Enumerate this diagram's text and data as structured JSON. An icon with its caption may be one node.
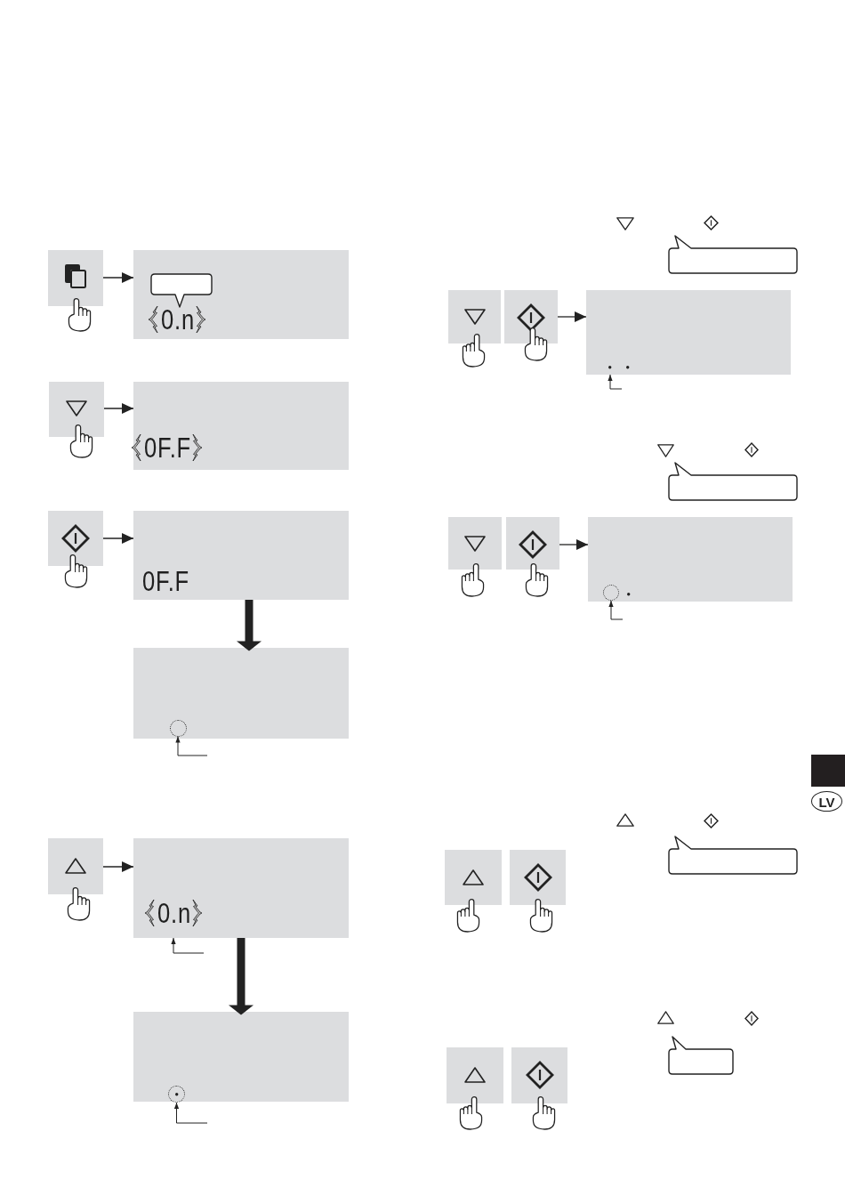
{
  "diagram": {
    "nodes": [
      {
        "text": [],
        "shape": "box"
      },
      {
        "text": [
          "0.n"
        ]
      },
      {
        "text": [],
        "shape": "callout",
        "in": 1
      },
      {
        "text": [],
        "shape": "box"
      },
      {
        "text": [
          "0F.F"
        ]
      },
      {
        "text": [],
        "shape": "box"
      },
      {
        "text": [
          "0F.F"
        ]
      },
      {
        "text": [],
        "shape": "box"
      },
      {
        "text": [],
        "shape": "circle",
        "in": 7
      },
      {
        "text": [],
        "shape": "box"
      },
      {
        "text": [
          "0.n"
        ]
      },
      {
        "text": [],
        "shape": "box"
      },
      {
        "text": [],
        "shape": "circle",
        "in": 11
      },
      {
        "text": [],
        "shape": "callout"
      },
      {
        "text": [],
        "shape": "box"
      },
      {
        "text": [],
        "shape": "box"
      },
      {
        "text": [],
        "shape": "box"
      },
      {
        "text": [],
        "shape": "callout"
      },
      {
        "text": [],
        "shape": "box"
      },
      {
        "text": [],
        "shape": "box"
      },
      {
        "text": [],
        "shape": "box"
      },
      {
        "text": [],
        "shape": "circle",
        "in": 20
      },
      {
        "text": [],
        "shape": "callout"
      },
      {
        "text": [],
        "shape": "box"
      },
      {
        "text": [],
        "shape": "box"
      },
      {
        "text": [],
        "shape": "callout"
      },
      {
        "text": [],
        "shape": "box"
      },
      {
        "text": [],
        "shape": "box"
      },
      {
        "text": [
          "LV"
        ]
      }
    ],
    "edges": [
      {
        "from": 0,
        "to": 1,
        "arrow": "to"
      },
      {
        "from": 3,
        "to": 4,
        "arrow": "to"
      },
      {
        "from": 5,
        "to": 6,
        "arrow": "to"
      },
      {
        "from": 6,
        "to": 7,
        "arrow": "to",
        "style": "thick"
      },
      {
        "from": null,
        "to": 8,
        "arrow": "to"
      },
      {
        "from": 9,
        "to": 10,
        "arrow": "to"
      },
      {
        "from": null,
        "to": 10,
        "arrow": "to"
      },
      {
        "from": 10,
        "to": 11,
        "arrow": "to",
        "style": "thick"
      },
      {
        "from": null,
        "to": 12,
        "arrow": "to"
      },
      {
        "from": 15,
        "to": 16,
        "arrow": "to"
      },
      {
        "from": null,
        "to": 16,
        "arrow": "to"
      },
      {
        "from": 19,
        "to": 20,
        "arrow": "to"
      },
      {
        "from": null,
        "to": 21,
        "arrow": "to"
      }
    ]
  }
}
